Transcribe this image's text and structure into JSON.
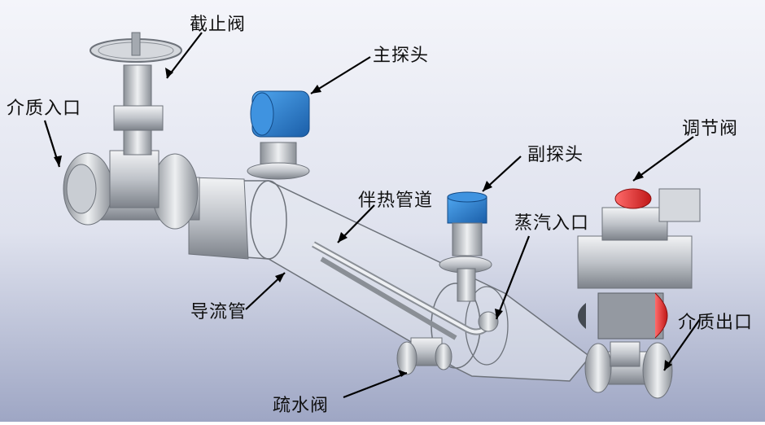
{
  "labels": {
    "shutoff_valve": "截止阀",
    "main_probe": "主探头",
    "medium_inlet": "介质入口",
    "control_valve": "调节阀",
    "secondary_probe": "副探头",
    "heat_tracing_pipe": "伴热管道",
    "steam_inlet": "蒸汽入口",
    "guide_pipe": "导流管",
    "medium_outlet": "介质出口",
    "drain_valve": "疏水阀"
  },
  "colors": {
    "probe_blue": "#2a7fd0",
    "valve_red": "#e03030",
    "metal": "#c9cdd3",
    "glass": "#dfe3ea"
  }
}
